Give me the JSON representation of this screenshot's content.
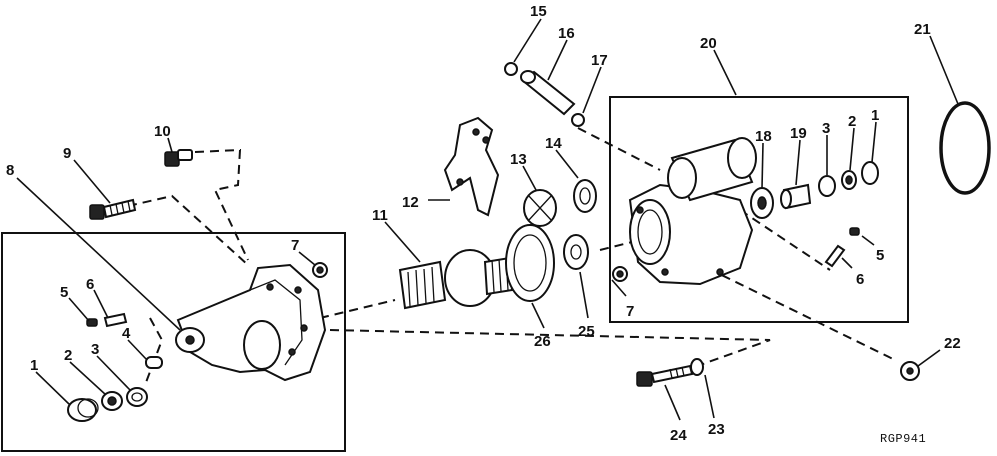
{
  "figure_code": "RGP941",
  "callouts": {
    "c1a": "1",
    "c2a": "2",
    "c3a": "3",
    "c4": "4",
    "c5a": "5",
    "c6a": "6",
    "c7a": "7",
    "c8": "8",
    "c9": "9",
    "c10": "10",
    "c11": "11",
    "c12": "12",
    "c13": "13",
    "c14": "14",
    "c15": "15",
    "c16": "16",
    "c17": "17",
    "c18": "18",
    "c19": "19",
    "c20": "20",
    "c21": "21",
    "c22": "22",
    "c23": "23",
    "c24": "24",
    "c25": "25",
    "c26": "26",
    "c1b": "1",
    "c2b": "2",
    "c3b": "3",
    "c5b": "5",
    "c6b": "6",
    "c7b": "7"
  }
}
